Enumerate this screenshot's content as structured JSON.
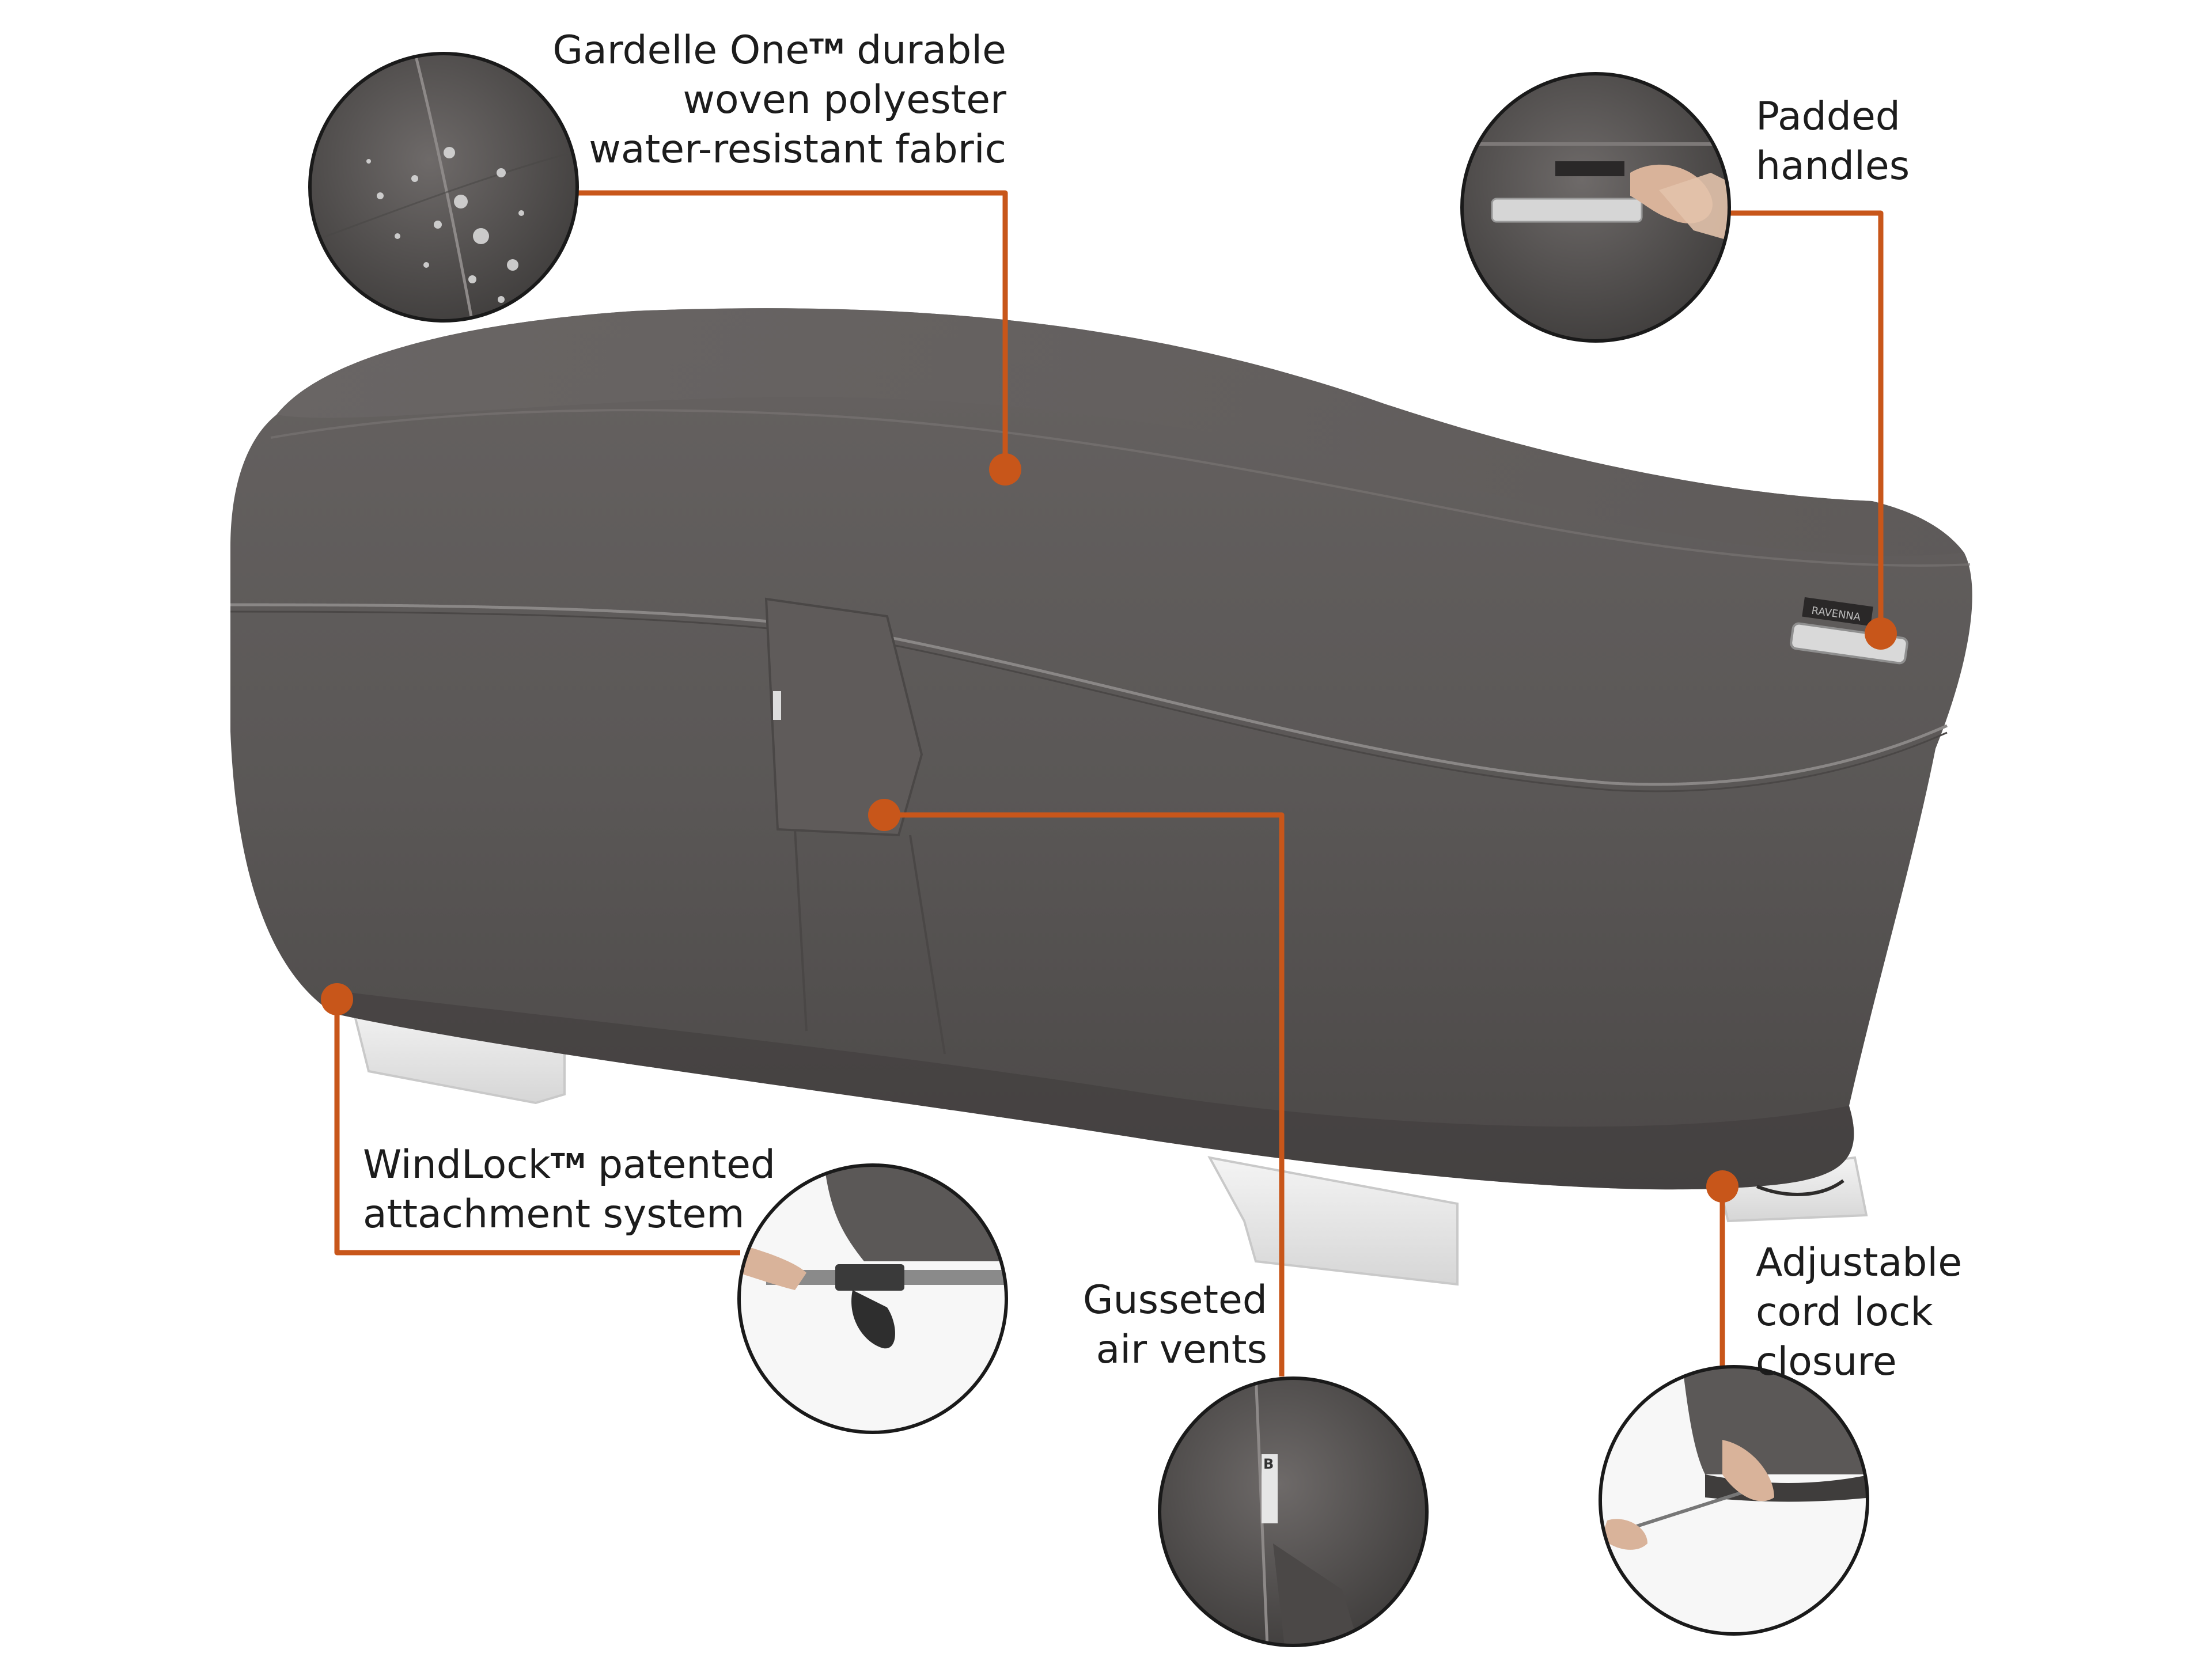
{
  "colors": {
    "accent": "#c8561a",
    "cover_fabric": "#5b5857",
    "cover_shadow": "#3f3d3c",
    "stitching": "#8a8786",
    "base_white": "#e9e9e9",
    "circle_border": "#1a1a1a"
  },
  "callouts": {
    "fabric": {
      "lines": [
        "Gardelle One",
        "woven polyester",
        "water-resistant fabric"
      ],
      "line1_suffix": " durable",
      "trademark": "TM",
      "icon": "water-droplets-icon"
    },
    "handles": {
      "lines": [
        "Padded",
        "handles"
      ],
      "icon": "padded-handle-icon"
    },
    "windlock": {
      "lines": [
        "WindLock",
        "attachment system"
      ],
      "line1_suffix": " patented",
      "trademark": "TM",
      "icon": "buckle-strap-icon"
    },
    "vents": {
      "lines": [
        "Gusseted",
        "air vents"
      ],
      "icon": "air-vent-icon"
    },
    "cordlock": {
      "lines": [
        "Adjustable",
        "cord lock",
        "closure"
      ],
      "icon": "cord-lock-icon"
    }
  },
  "product": {
    "brand_tag": "RAVENNA",
    "vent_tag": "B"
  }
}
